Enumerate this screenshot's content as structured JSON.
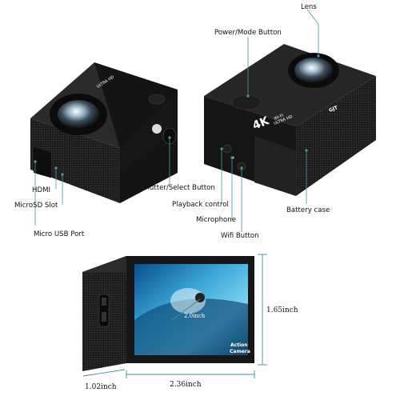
{
  "labels": {
    "lens": "Lens",
    "power_mode": "Power/Mode Button",
    "shutter_select": "Shutter/Select Button",
    "playback": "Playback control",
    "microphone": "Microphone",
    "wifi": "Wifi Button",
    "battery_case": "Battery case",
    "hdmi": "HDMI",
    "microsd": "MicroSD Slot",
    "micro_usb": "Micro USB Port"
  },
  "dimensions": {
    "height": "1.65inch",
    "width": "2.36inch",
    "depth": "1.02inch",
    "screen": "2.0inch"
  },
  "screen_caption": {
    "line1": "Action",
    "line2": "Camera"
  },
  "camera_branding": {
    "brand": "GJT",
    "resolution": "4K",
    "wifi": "WI-FI",
    "ultra": "ULTRA HD"
  },
  "colors": {
    "leader": "#4a9aa0",
    "body": "#1a1a1a"
  }
}
